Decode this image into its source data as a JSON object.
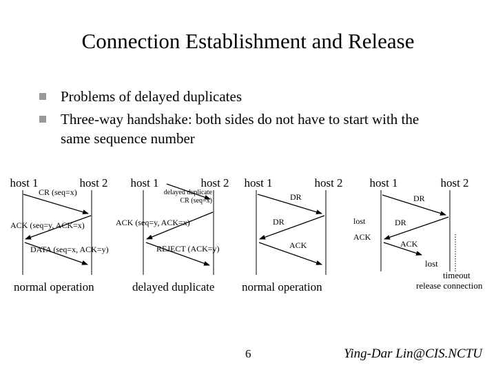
{
  "slide": {
    "title": "Connection Establishment and Release",
    "bullet1": "Problems of delayed duplicates",
    "bullet2": "Three-way handshake: both sides do not have to start with the same sequence number",
    "page_number": "6",
    "attribution": "Ying-Dar Lin@CIS.NCTU"
  },
  "diagram1": {
    "host_left": "host 1",
    "host_right": "host 2",
    "msg_cr": "CR (seq=x)",
    "msg_ack": "ACK (seq=y, ACK=x)",
    "msg_data": "DATA (seq=x, ACK=y)",
    "caption": "normal operation"
  },
  "diagram2": {
    "host_left": "host 1",
    "host_right": "host 2",
    "msg_delayed_line1": "delayed duplicate",
    "msg_delayed_line2": "CR (seq=x)",
    "msg_ack": "ACK (seq=y, ACK=x)",
    "msg_reject": "REJECT (ACK=y)",
    "caption": "delayed duplicate"
  },
  "diagram3": {
    "host_left": "host 1",
    "host_right": "host 2",
    "msg_dr1": "DR",
    "msg_dr2": "DR",
    "msg_ack": "ACK",
    "caption": "normal operation"
  },
  "diagram4": {
    "host_left": "host 1",
    "host_right": "host 2",
    "msg_dr1": "DR",
    "msg_dr2": "DR",
    "msg_ack": "ACK",
    "note_lost_left": "lost",
    "note_ack_left": "ACK",
    "note_lost_bottom": "lost",
    "note_timeout": "timeout",
    "note_release": "release connection"
  },
  "colors": {
    "background": "#ffffff",
    "text": "#000000",
    "bullet_marker": "#999999"
  }
}
